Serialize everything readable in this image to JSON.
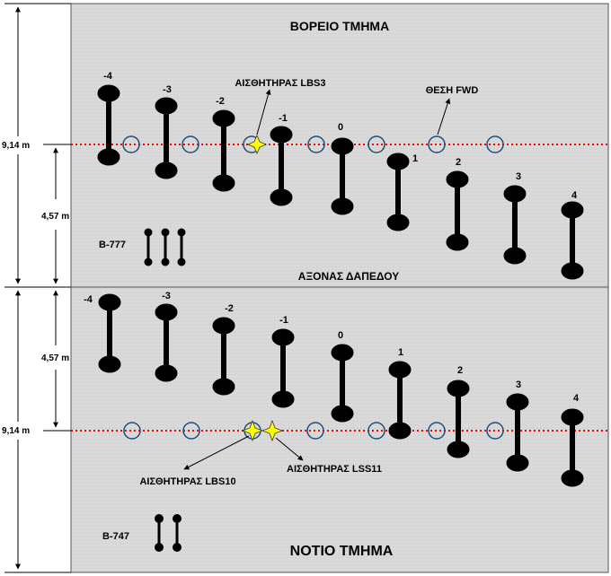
{
  "north": {
    "title": "ΒΟΡΕΙΟ ΤΜΗΜΑ",
    "positions": [
      "-4",
      "-3",
      "-2",
      "-1",
      "0",
      "1",
      "2",
      "3",
      "4"
    ],
    "sensor_lbs3": "ΑΙΣΘΗΤΗΡΑΣ  LBS3",
    "fwd_position": "ΘΕΣΗ FWD",
    "aircraft": "B-777"
  },
  "south": {
    "title": "ΝΟΤΙΟ ΤΜΗΜΑ",
    "positions": [
      "-4",
      "-3",
      "-2",
      "-1",
      "0",
      "1",
      "2",
      "3",
      "4"
    ],
    "sensor_lbs10": "ΑΙΣΘΗΤΗΡΑΣ  LBS10",
    "sensor_lss11": "ΑΙΣΘΗΤΗΡΑΣ  LSS11",
    "aircraft": "B-747"
  },
  "centerline": "ΑΞΟΝΑΣ ΔΑΠΕΔΟΥ",
  "dimensions": {
    "total_north": "9,14 m",
    "half_north": "4,57 m",
    "half_south": "4,57 m",
    "total_south": "9,14 m"
  },
  "colors": {
    "panel": "#d9d9d9",
    "dotted_line": "#ff0000",
    "circle": "#1f4e79",
    "sensor_star": "#ffff00"
  }
}
